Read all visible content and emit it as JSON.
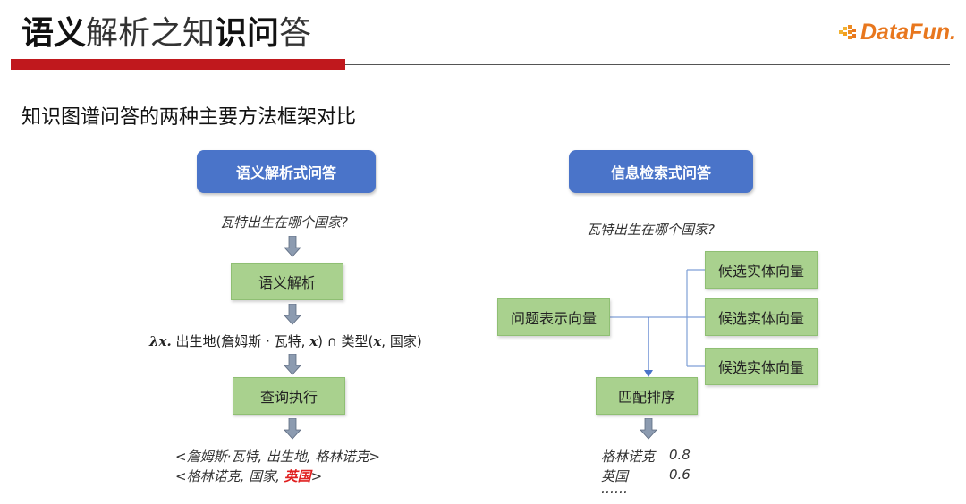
{
  "header": {
    "title_part1": "语义",
    "title_part2": "解析之知",
    "title_part3": "识问",
    "title_part4": "答",
    "logo_text": "DataFun."
  },
  "subtitle": "知识图谱问答的两种主要方法框架对比",
  "left": {
    "header": "语义解析式问答",
    "question": "瓦特出生在哪个国家?",
    "step1": "语义解析",
    "formula_lambda": "λx.",
    "formula_rest1": " 出生地(詹姆斯 · 瓦特, ",
    "formula_x1": "x",
    "formula_rest2": ") ∩ 类型(",
    "formula_x2": "x",
    "formula_rest3": ", 国家)",
    "step2": "查询执行",
    "result1": "<詹姆斯·瓦特, 出生地, 格林诺克>",
    "result2_prefix": "<格林诺克, 国家, ",
    "result2_highlight": "英国",
    "result2_suffix": ">"
  },
  "right": {
    "header": "信息检索式问答",
    "question": "瓦特出生在哪个国家?",
    "question_box": "问题表示向量",
    "candidates": [
      "候选实体向量",
      "候选实体向量",
      "候选实体向量"
    ],
    "match_box": "匹配排序",
    "ranking": [
      {
        "entity": "格林诺克",
        "score": "0.8"
      },
      {
        "entity": "英国",
        "score": "0.6"
      }
    ],
    "ellipsis": "……"
  },
  "colors": {
    "accent_red": "#c0181d",
    "pill_blue": "#4a74c9",
    "box_green": "#a9d18e",
    "highlight_red": "#e02020",
    "logo_orange": "#e8771e"
  }
}
